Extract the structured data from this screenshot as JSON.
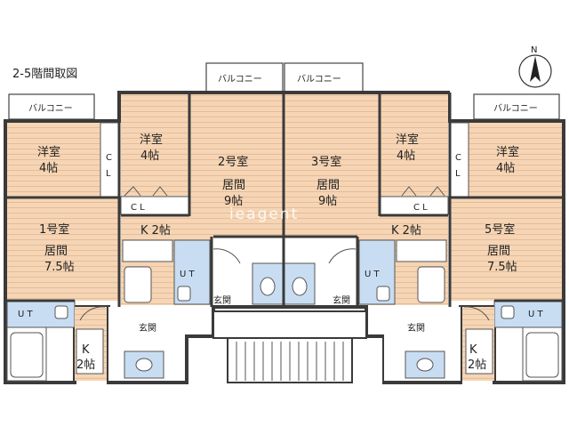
{
  "title": "2-5階間取図",
  "compass_label": "N",
  "watermark": "ieagent",
  "labels": {
    "balcony": "バルコニー",
    "cl": "C L",
    "cl_vertical": "C\nL",
    "ut": "U T",
    "entrance": "玄関"
  },
  "units": {
    "u1": {
      "name": "1号室",
      "western_room": "洋室",
      "western_size": "4帖",
      "living": "居間",
      "living_size": "7.5帖",
      "kitchen": "K",
      "kitchen_size": "2帖"
    },
    "u2": {
      "name": "2号室",
      "western_room": "洋室",
      "western_size": "4帖",
      "living": "居間",
      "living_size": "9帖",
      "kitchen": "K 2帖"
    },
    "u3": {
      "name": "3号室",
      "western_room": "洋室",
      "western_size": "4帖",
      "living": "居間",
      "living_size": "9帖",
      "kitchen": "K 2帖"
    },
    "u5": {
      "name": "5号室",
      "western_room": "洋室",
      "western_size": "4帖",
      "living": "居間",
      "living_size": "7.5帖",
      "kitchen": "K",
      "kitchen_size": "2帖"
    }
  },
  "colors": {
    "wall": "#3a3a3a",
    "wood_floor": "#f5d5b5",
    "wood_line": "#e8bf9a",
    "wet_area": "#c9ddf2",
    "white": "#ffffff"
  }
}
